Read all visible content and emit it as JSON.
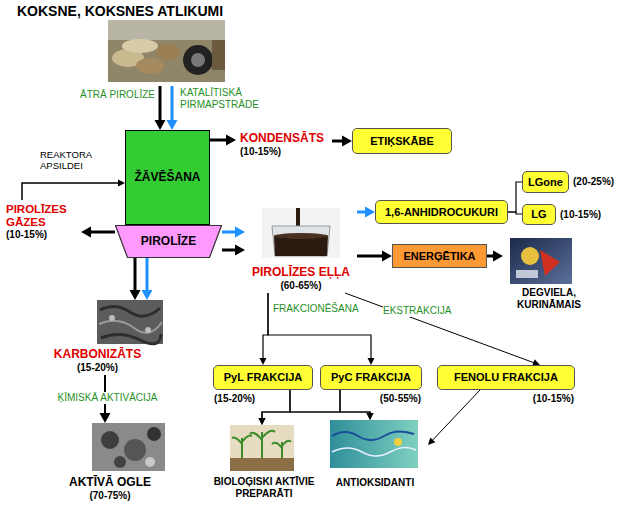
{
  "diagram": {
    "nodes": [
      {
        "text": [
          "KOKSNE, KOKSNES ATLIKUMI"
        ]
      },
      {
        "text": [
          "ŽĀVĒŠANA"
        ]
      },
      {
        "text": [
          "PIROLĪZE"
        ]
      },
      {
        "text": [
          "KONDENSĀTS",
          "(10-15%)"
        ]
      },
      {
        "text": [
          "ETIĶSKĀBE"
        ]
      },
      {
        "text": [
          "PIROLĪZES GĀZES",
          "(10-15%)"
        ]
      },
      {
        "text": [
          "PIROLĪZES EĻĻA",
          "(60-65%)"
        ]
      },
      {
        "text": [
          "1,6-ANHIDROCUKURI"
        ]
      },
      {
        "text": [
          "LGone",
          "(20-25%)"
        ]
      },
      {
        "text": [
          "LG",
          "(10-15%)"
        ]
      },
      {
        "text": [
          "ENERĢĒTIKA"
        ]
      },
      {
        "text": [
          "DEGVIELA, KURINĀMAIS"
        ]
      },
      {
        "text": [
          "KARBONIZĀTS",
          "(15-20%)"
        ]
      },
      {
        "text": [
          "AKTĪVĀ OGLE",
          "(70-75%)"
        ]
      },
      {
        "text": [
          "PyL FRAKCIJA",
          "(15-20%)"
        ]
      },
      {
        "text": [
          "PyC FRAKCIJA",
          "(50-55%)"
        ]
      },
      {
        "text": [
          "FENOLU FRAKCIJA",
          "(10-15%)"
        ]
      },
      {
        "text": [
          "BIOLOĢISKI AKTĪVIE PREPARĀTI"
        ]
      },
      {
        "text": [
          "ANTIOKSIDANTI"
        ]
      }
    ],
    "edges": [
      {
        "from": 0,
        "to": 1,
        "arrow": "to",
        "label": "ĀTRĀ PIROLĪZE"
      },
      {
        "from": 0,
        "to": 1,
        "arrow": "to",
        "label": "KATALĪTISKĀ PIRMAPSTRĀDE"
      },
      {
        "from": 1,
        "to": 3,
        "arrow": "to"
      },
      {
        "from": 3,
        "to": 4,
        "arrow": "to"
      },
      {
        "from": 2,
        "to": 5,
        "arrow": "to"
      },
      {
        "from": 5,
        "to": 1,
        "arrow": "to",
        "label": "REAKTORA APSILDEI"
      },
      {
        "from": 2,
        "to": 6,
        "arrow": "to"
      },
      {
        "from": 2,
        "to": 6,
        "arrow": "to"
      },
      {
        "from": 6,
        "to": 7,
        "arrow": "to"
      },
      {
        "from": 7,
        "to": 8,
        "arrow": "none"
      },
      {
        "from": 7,
        "to": 9,
        "arrow": "none"
      },
      {
        "from": 6,
        "to": 10,
        "arrow": "to"
      },
      {
        "from": 10,
        "to": 11,
        "arrow": "to"
      },
      {
        "from": 2,
        "to": 12,
        "arrow": "to"
      },
      {
        "from": 2,
        "to": 12,
        "arrow": "to"
      },
      {
        "from": 12,
        "to": 13,
        "arrow": "to",
        "label": "ĶĪMISKĀ AKTIVĀCIJA"
      },
      {
        "from": 6,
        "to": 14,
        "arrow": "to",
        "label": "FRAKCIONĒŠANA"
      },
      {
        "from": 6,
        "to": 15,
        "arrow": "to"
      },
      {
        "from": 6,
        "to": 16,
        "arrow": "to",
        "label": "EKSTRAKCIJA"
      },
      {
        "from": 14,
        "to": 17,
        "arrow": "to"
      },
      {
        "from": 14,
        "to": 18,
        "arrow": "to"
      },
      {
        "from": 15,
        "to": 17,
        "arrow": "to"
      },
      {
        "from": 15,
        "to": 18,
        "arrow": "to"
      },
      {
        "from": 16,
        "to": 18,
        "arrow": "to"
      }
    ]
  }
}
